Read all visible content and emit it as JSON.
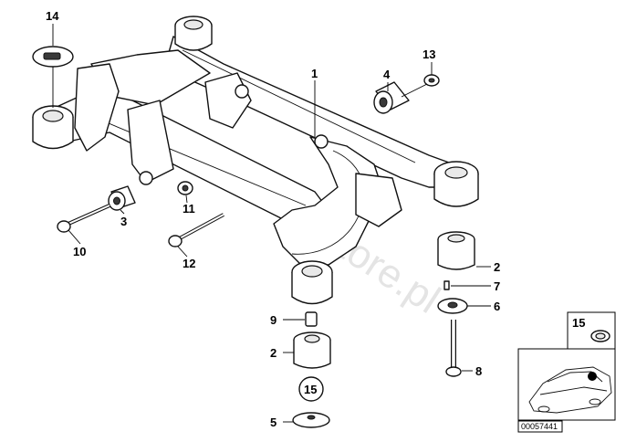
{
  "diagram_id": "00057441",
  "watermark": "www.BMWstore.pl",
  "callouts": {
    "c14": "14",
    "c13": "13",
    "c1": "1",
    "c4": "4",
    "c3": "3",
    "c11": "11",
    "c10": "10",
    "c12": "12",
    "c2a": "2",
    "c7": "7",
    "c6": "6",
    "c9": "9",
    "c2b": "2",
    "c15a": "15",
    "c8": "8",
    "c5": "5",
    "c15b": "15"
  }
}
